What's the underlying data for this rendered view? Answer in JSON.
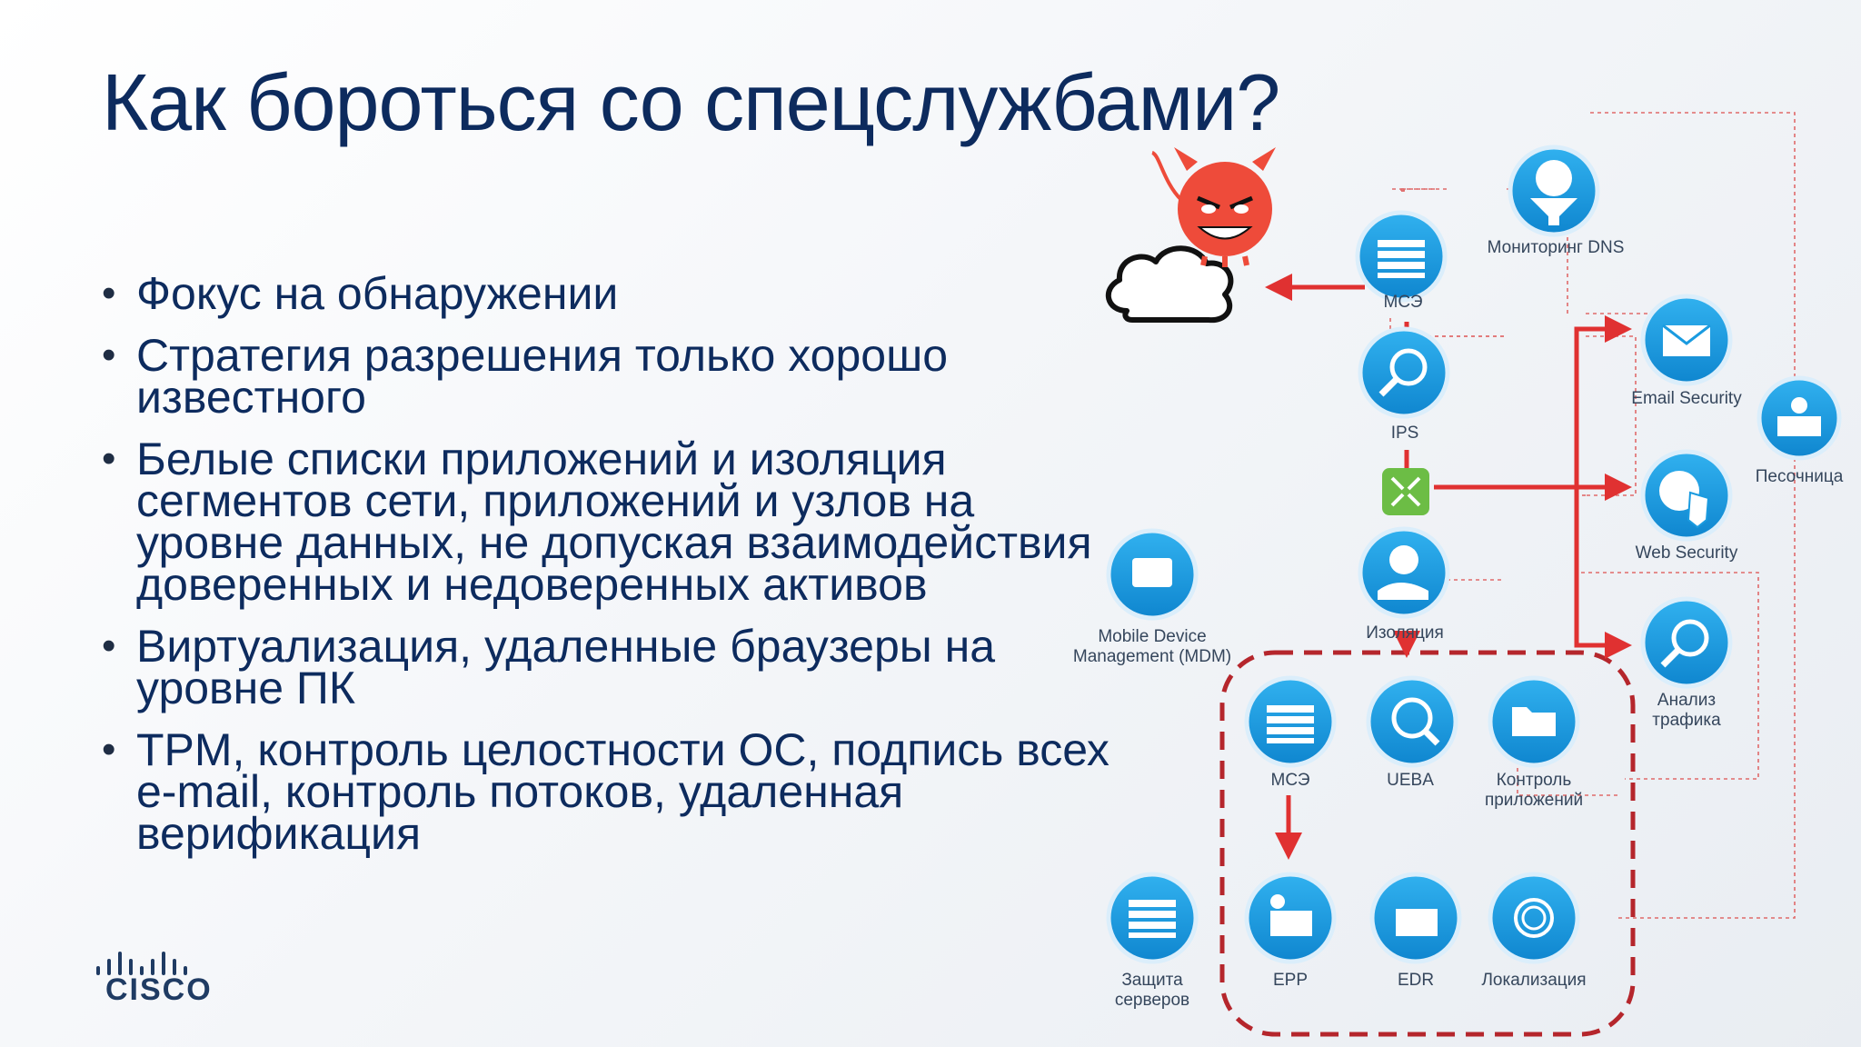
{
  "title": "Как бороться со спецслужбами?",
  "bullets": [
    "Фокус на обнаружении",
    "Стратегия разрешения только хорошо известного",
    "Белые списки приложений и изоляция сегментов сети, приложений и узлов на уровне данных, не допуская взаимодействия доверенных и недоверенных активов",
    "Виртуализация, удаленные браузеры на уровне ПК",
    "TPM, контроль целостности ОС, подпись всех e-mail, контроль потоков, удаленная верификация"
  ],
  "logo": {
    "text": "CISCO"
  },
  "diagram": {
    "nodes": {
      "dns_monitoring": {
        "label": "Мониторинг DNS",
        "icon": "globe-funnel-icon"
      },
      "firewall_top": {
        "label": "МСЭ",
        "icon": "firewall-icon"
      },
      "ips": {
        "label": "IPS",
        "icon": "magnifier-icon"
      },
      "switch": {
        "label": "",
        "icon": "switch-arrows-icon"
      },
      "isolation": {
        "label": "Изоляция",
        "icon": "binary-hand-icon"
      },
      "email_security": {
        "label": "Email Security",
        "icon": "envelope-shield-icon"
      },
      "sandbox": {
        "label": "Песочница",
        "icon": "sandbox-bug-icon"
      },
      "web_security": {
        "label": "Web Security",
        "icon": "globe-shield-icon"
      },
      "traffic_analysis": {
        "label": "Анализ трафика",
        "icon": "traffic-magnifier-icon"
      },
      "mdm": {
        "label": "Mobile Device Management (MDM)",
        "icon": "mobile-devices-icon"
      },
      "firewall_inner": {
        "label": "МСЭ",
        "icon": "firewall-icon"
      },
      "ueba": {
        "label": "UEBA",
        "icon": "ueba-magnifier-icon"
      },
      "app_control": {
        "label": "Контроль приложений",
        "icon": "app-folder-icon"
      },
      "server_protection": {
        "label": "Защита серверов",
        "icon": "server-shield-icon"
      },
      "epp": {
        "label": "EPP",
        "icon": "laptop-key-icon"
      },
      "edr": {
        "label": "EDR",
        "icon": "laptop-shield-icon"
      },
      "localization": {
        "label": "Локализация",
        "icon": "fingerprint-icon"
      }
    }
  },
  "colors": {
    "title": "#0d2b5e",
    "node_blue": "#1a9be0",
    "arrow_red": "#e03131",
    "dash_red": "#b5262c",
    "threat_red": "#ee4b3a",
    "switch_green": "#6cbd45"
  }
}
